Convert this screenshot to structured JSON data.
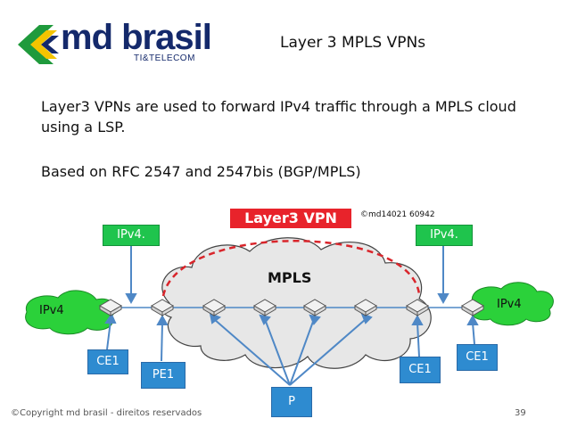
{
  "logo": {
    "name": "md brasil",
    "tagline": "TI&TELECOM"
  },
  "slide": {
    "title": "Layer 3 MPLS VPNs",
    "bullet1": "Layer3 VPNs are used to forward IPv4 traffic through a MPLS cloud using a LSP.",
    "bullet2": "Based on RFC 2547 and 2547bis (BGP/MPLS)"
  },
  "diagram": {
    "vpn_label": "Layer3 VPN",
    "watermark": "©md14021 60942",
    "cloud_label": "MPLS",
    "ipv4_top_left": "IPv4.",
    "ipv4_top_right": "IPv4.",
    "ipv4_left_cloud": "IPv4",
    "ipv4_right_cloud": "IPv4",
    "ce1_left": "CE1",
    "pe1": "PE1",
    "ce1_right_low": "CE1",
    "ce1_right_high": "CE1",
    "p": "P"
  },
  "footer": {
    "copyright": "©Copyright md brasil - direitos reservados",
    "page": "39"
  },
  "colors": {
    "blue_box": "#2e8bd0",
    "green_box": "#1fc44d",
    "vpn_red": "#e8232b",
    "cloud_green": "#2bd13a",
    "link_blue": "#4f88c6"
  }
}
